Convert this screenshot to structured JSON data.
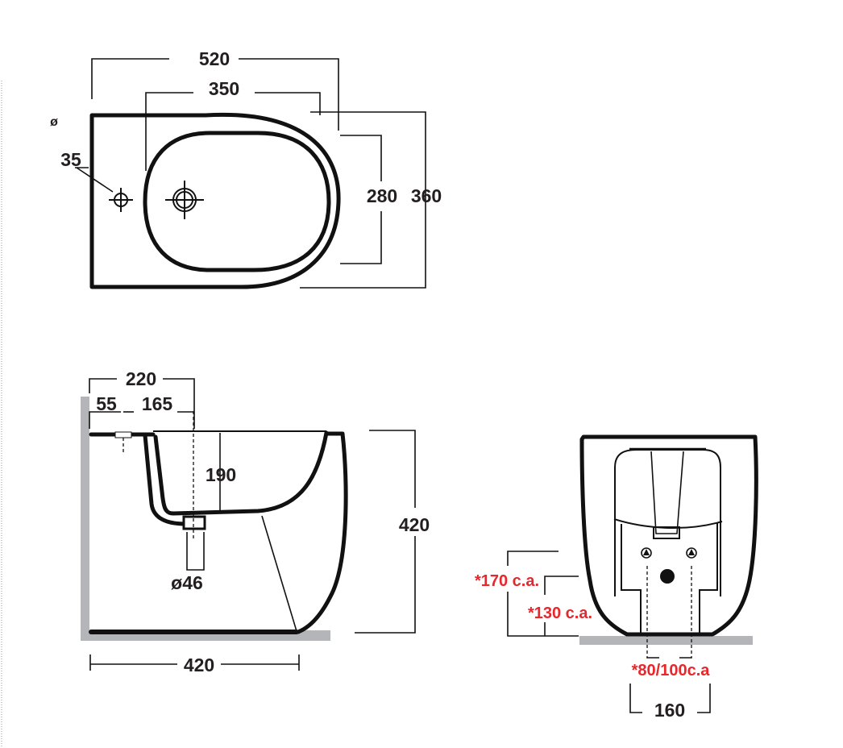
{
  "top_view": {
    "width_total": "520",
    "bowl_width": "350",
    "bowl_depth": "280",
    "depth_total": "360",
    "tap_hole_diameter_symbol": "ø",
    "tap_hole": "35"
  },
  "side_view": {
    "rim_to_drain": "220",
    "wall_offset": "55",
    "hole_to_drain": "165",
    "bowl_depth": "190",
    "height": "420",
    "drain_diameter": "ø46",
    "base_length": "420"
  },
  "front_view": {
    "supply_height_1": "*170 c.a.",
    "supply_height_2": "*130 c.a.",
    "supply_spacing": "*80/100c.a",
    "base_width": "160"
  },
  "colors": {
    "line": "#111111",
    "floor": "#b3b5b8",
    "annotation": "#e8262b"
  }
}
